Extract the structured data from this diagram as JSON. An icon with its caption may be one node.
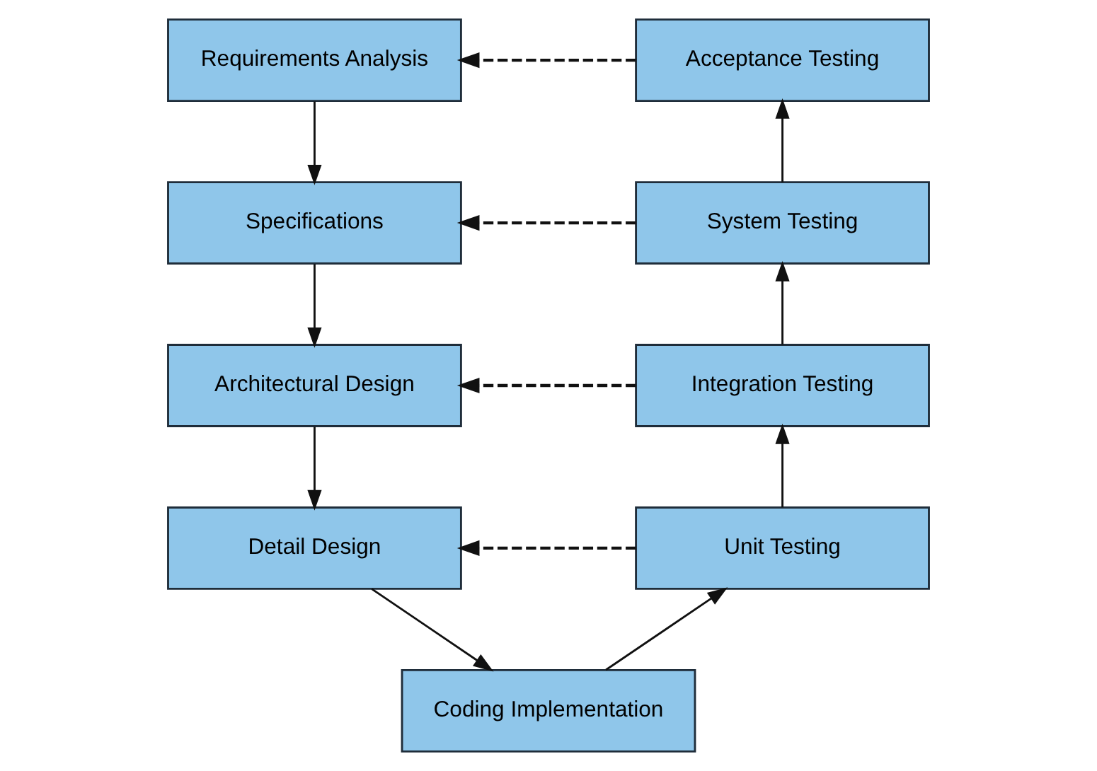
{
  "diagram": {
    "nodes": [
      {
        "text": [
          "Requirements Analysis"
        ]
      },
      {
        "text": [
          "Acceptance Testing"
        ]
      },
      {
        "text": [
          "Specifications"
        ]
      },
      {
        "text": [
          "System Testing"
        ]
      },
      {
        "text": [
          "Architectural Design"
        ]
      },
      {
        "text": [
          "Integration Testing"
        ]
      },
      {
        "text": [
          "Detail Design"
        ]
      },
      {
        "text": [
          "Unit Testing"
        ]
      },
      {
        "text": [
          "Coding Implementation"
        ]
      }
    ],
    "edges": [
      {
        "from": 0,
        "to": 2,
        "arrow": "to"
      },
      {
        "from": 2,
        "to": 4,
        "arrow": "to"
      },
      {
        "from": 4,
        "to": 6,
        "arrow": "to"
      },
      {
        "from": 6,
        "to": 8,
        "arrow": "to"
      },
      {
        "from": 8,
        "to": 7,
        "arrow": "to"
      },
      {
        "from": 7,
        "to": 5,
        "arrow": "to"
      },
      {
        "from": 5,
        "to": 3,
        "arrow": "to"
      },
      {
        "from": 3,
        "to": 1,
        "arrow": "to"
      },
      {
        "from": 1,
        "to": 0,
        "arrow": "to",
        "style": "dashed"
      },
      {
        "from": 3,
        "to": 2,
        "arrow": "to",
        "style": "dashed"
      },
      {
        "from": 5,
        "to": 4,
        "arrow": "to",
        "style": "dashed"
      },
      {
        "from": 7,
        "to": 6,
        "arrow": "to",
        "style": "dashed"
      }
    ]
  }
}
